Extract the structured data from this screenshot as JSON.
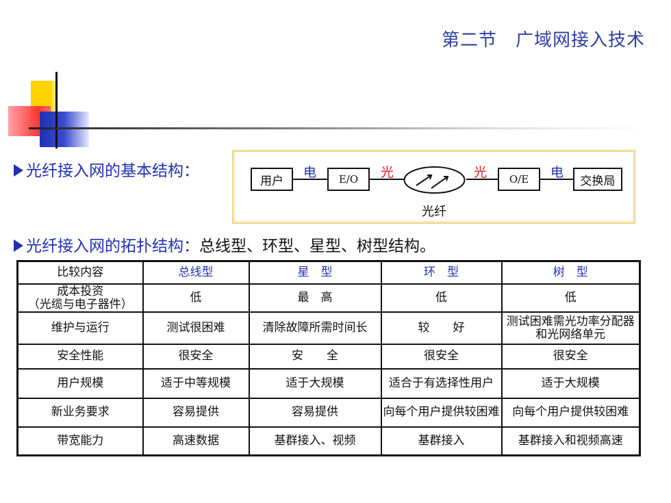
{
  "header": {
    "title": "第二节　广域网接入技术"
  },
  "bullets": {
    "structure": "光纤接入网的基本结构：",
    "topology_label": "光纤接入网的拓扑结构：",
    "topology_value": "总线型、环型、星型、树型结构。"
  },
  "diagram": {
    "nodes": [
      "用户",
      "E/O",
      "O/E",
      "交换局"
    ],
    "labels": {
      "elec_left": "电",
      "light_left": "光",
      "light_right": "光",
      "elec_right": "电"
    },
    "fiber_caption": "光纤",
    "colors": {
      "electric": "#2030b0",
      "optical": "#e02020",
      "frame": "#e8c64a"
    }
  },
  "table": {
    "headers": [
      "比较内容",
      "总线型",
      "星　型",
      "环　型",
      "树　型"
    ],
    "rows": [
      [
        "成本投资\n（光缆与电子器件）",
        "低",
        "最　高",
        "低",
        "低"
      ],
      [
        "维护与运行",
        "测试很困难",
        "清除故障所需时间长",
        "较　　好",
        "测试困难需光功率分配器和光网络单元"
      ],
      [
        "安全性能",
        "很安全",
        "安　　全",
        "很安全",
        "很安全"
      ],
      [
        "用户规模",
        "适于中等规模",
        "适于大规模",
        "适合于有选择性用户",
        "适于大规模"
      ],
      [
        "新业务要求",
        "容易提供",
        "容易提供",
        "向每个用户提供较困难",
        "向每个用户提供较困难"
      ],
      [
        "带宽能力",
        "高速数据",
        "基群接入、视频",
        "基群接入",
        "基群接入和视频高速"
      ]
    ]
  }
}
